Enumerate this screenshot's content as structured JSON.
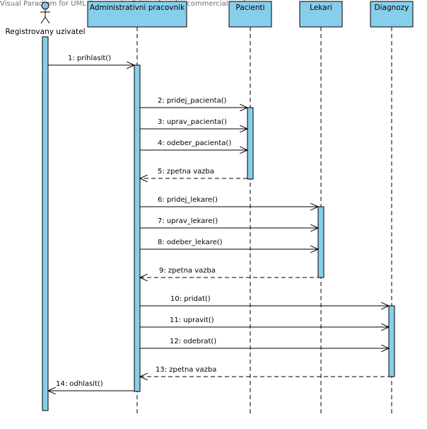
{
  "watermark": "Visual Paradigm for UML Community Edition [not for commercial use]",
  "colors": {
    "box_fill": "#87CEEB",
    "activation_fill": "#87CEEB",
    "line": "#000000",
    "actor_head": "#8fbfe0"
  },
  "actor": {
    "label": "Registrovany uzivatel",
    "icon": "stick-figure-icon"
  },
  "lifelines": [
    {
      "id": "admin",
      "label": "Administrativni pracovnik"
    },
    {
      "id": "pacienti",
      "label": "Pacienti"
    },
    {
      "id": "lekari",
      "label": "Lekari"
    },
    {
      "id": "diagnozy",
      "label": "Diagnozy"
    }
  ],
  "messages": [
    {
      "label": "1: prihlasit()",
      "type": "call"
    },
    {
      "label": "2: pridej_pacienta()",
      "type": "call"
    },
    {
      "label": "3: uprav_pacienta()",
      "type": "call"
    },
    {
      "label": "4: odeber_pacienta()",
      "type": "call"
    },
    {
      "label": "5: zpetna vazba",
      "type": "return"
    },
    {
      "label": "6: pridej_lekare()",
      "type": "call"
    },
    {
      "label": "7: uprav_lekare()",
      "type": "call"
    },
    {
      "label": "8: odeber_lekare()",
      "type": "call"
    },
    {
      "label": "9: zpetna vazba",
      "type": "return"
    },
    {
      "label": "10: pridat()",
      "type": "call"
    },
    {
      "label": "11: upravit()",
      "type": "call"
    },
    {
      "label": "12: odebrat()",
      "type": "call"
    },
    {
      "label": "13: zpetna vazba",
      "type": "return"
    },
    {
      "label": "14: odhlasit()",
      "type": "call"
    }
  ]
}
